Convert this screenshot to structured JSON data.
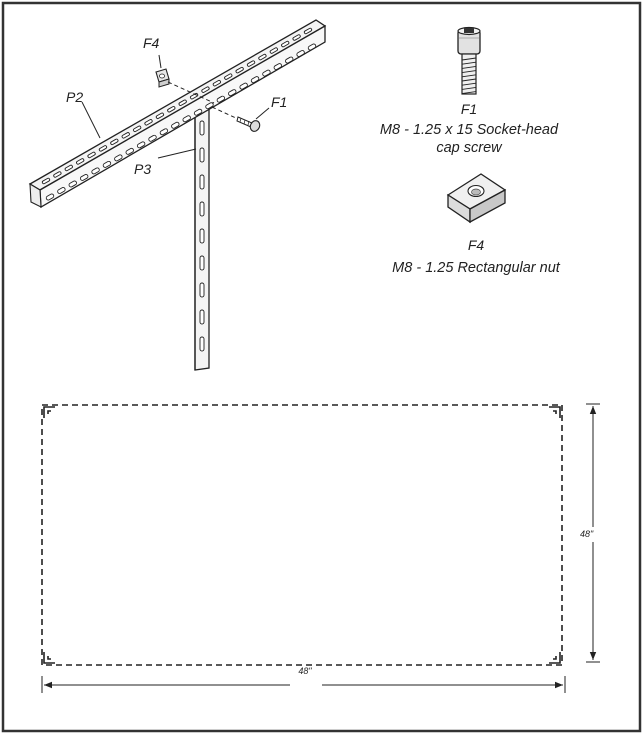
{
  "labels": {
    "p2": "P2",
    "p3": "P3",
    "f4": "F4",
    "f1": "F1"
  },
  "legend": {
    "screw_id": "F1",
    "screw_desc_1": "M8 - 1.25 x 15 Socket-head",
    "screw_desc_2": "cap screw",
    "nut_id": "F4",
    "nut_desc": "M8 - 1.25 Rectangular nut"
  },
  "dimensions": {
    "height": "48\"",
    "width": "48\""
  }
}
